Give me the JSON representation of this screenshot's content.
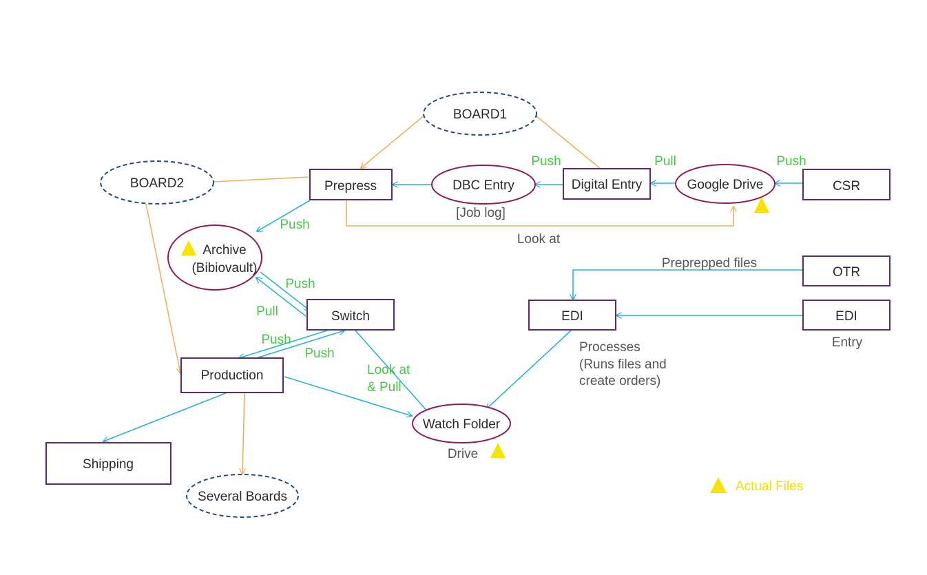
{
  "colors": {
    "flow_line": "#2ab3d6",
    "board_line": "#f0b060",
    "box_border": "#5b2a6e",
    "ellipse_border": "#8e1c5a",
    "board_border": "#1f4e79",
    "action_text": "#45c845",
    "warning_marker": "#f7e300"
  },
  "nodes": {
    "board1": "BOARD1",
    "board2": "BOARD2",
    "several_boards": "Several Boards",
    "prepress": "Prepress",
    "dbc_entry": "DBC Entry",
    "digital_entry": "Digital Entry",
    "google_drive": "Google Drive",
    "csr": "CSR",
    "archive_line1": "Archive",
    "archive_line2": "(Bibiovault)",
    "switch": "Switch",
    "production": "Production",
    "shipping": "Shipping",
    "watch_folder": "Watch Folder",
    "edi_main": "EDI",
    "otr": "OTR",
    "edi_entry_box": "EDI"
  },
  "notes": {
    "job_log": "[Job log]",
    "look_at": "Look at",
    "prepped_files": "Preprepped files",
    "entry": "Entry",
    "processes_line1": "Processes",
    "processes_line2": "(Runs files and",
    "processes_line3": "create orders)",
    "drive": "Drive"
  },
  "edge_labels": {
    "push_csr": "Push",
    "pull_google": "Pull",
    "push_digital": "Push",
    "push_archive": "Push",
    "push_switch": "Push",
    "pull_archive": "Pull",
    "push_prod_1": "Push",
    "push_prod_2": "Push",
    "look_at_pull_1": "Look at",
    "look_at_pull_2": "& Pull"
  },
  "legend": {
    "label": "Actual Files"
  }
}
